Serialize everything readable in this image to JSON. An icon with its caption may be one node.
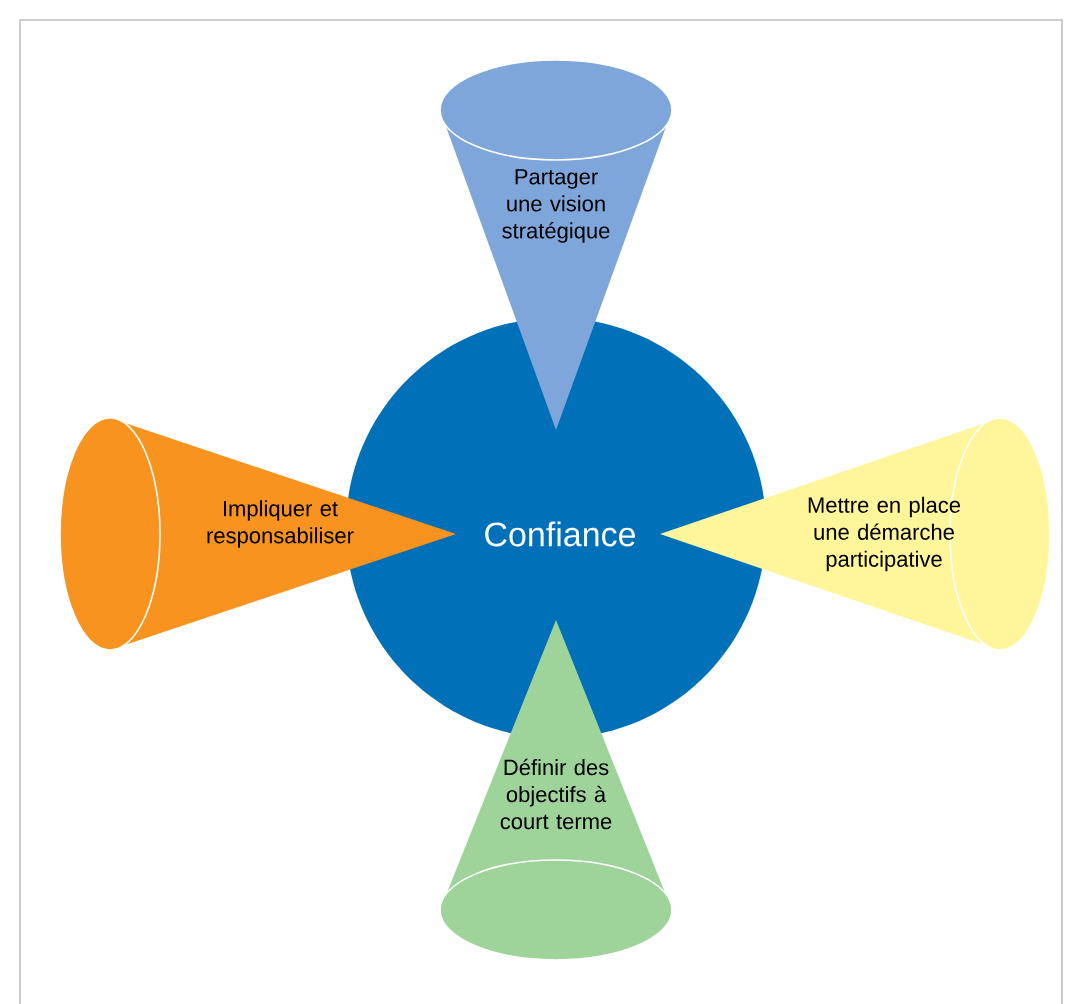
{
  "diagram": {
    "nodes": [
      {
        "text": [
          "Partager une vision stratégique"
        ]
      },
      {
        "text": [
          "Impliquer et responsabiliser"
        ]
      },
      {
        "text": [
          "Confiance"
        ]
      },
      {
        "text": [
          "Mettre en place une démarche participative"
        ]
      },
      {
        "text": [
          "Définir des objectifs à court terme"
        ]
      }
    ]
  }
}
